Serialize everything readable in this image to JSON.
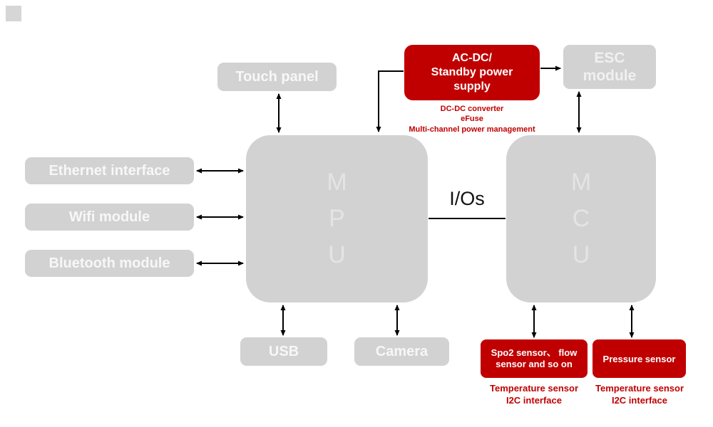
{
  "colors": {
    "box_gray": "#d2d2d2",
    "box_text_light": "#f7f7f7",
    "chip_letter_gray": "#e4e4e4",
    "accent_red": "#c00000",
    "arrow_black": "#000000",
    "background": "#ffffff"
  },
  "nodes": {
    "touch_panel": "Touch panel",
    "ethernet": "Ethernet interface",
    "wifi": "Wifi module",
    "bluetooth": "Bluetooth module",
    "usb": "USB",
    "camera": "Camera",
    "esc": "ESC\nmodule",
    "mpu": "M\nP\nU",
    "mcu": "M\nC\nU",
    "acdc": {
      "label": "AC-DC/\nStandby power\nsupply",
      "caption": "DC-DC converter\neFuse\nMulti-channel power management"
    },
    "spo2": {
      "label": "Spo2 sensor、 flow sensor and so on",
      "caption": "Temperature sensor\nI2C interface"
    },
    "pressure": {
      "label": "Pressure sensor",
      "caption": "Temperature sensor\nI2C interface"
    }
  },
  "labels": {
    "ios": "I/Os"
  }
}
